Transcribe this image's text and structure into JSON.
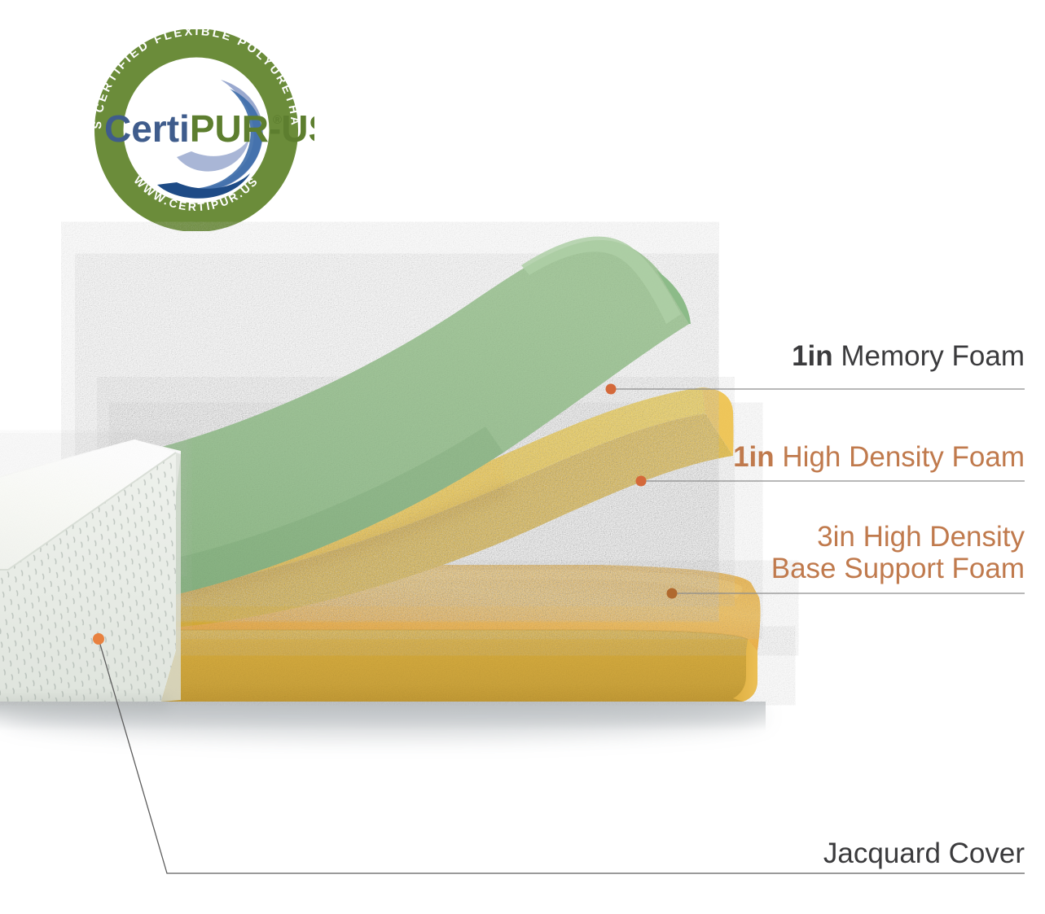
{
  "product": {
    "type": "mattress-layer-cutaway-diagram",
    "background_color": "#ffffff"
  },
  "certification_badge": {
    "name": "certipur-us-seal",
    "outer_ring_text_top": "CONTAINS CERTIFIED FLEXIBLE POLYURETHANE FOAM",
    "outer_ring_text_bottom": "WWW.CERTIPUR.US",
    "wordmark_part1": "Certi",
    "wordmark_part2": "PUR-US",
    "registered_mark": "®",
    "colors": {
      "ring_green": "#6b8c3a",
      "word_blue": "#3f5c8c",
      "word_green": "#5d7e2f",
      "swoosh_dark_blue": "#1e4b86",
      "swoosh_light_blue": "#9aa9cf"
    }
  },
  "callouts": [
    {
      "id": "memory-foam",
      "thickness": "1in",
      "name": "Memory Foam",
      "full_text": "1in Memory Foam",
      "color": "#3b3b3d",
      "thickness_bold": true,
      "lines": [
        "1in Memory Foam"
      ]
    },
    {
      "id": "high-density-foam",
      "thickness": "1in",
      "name": "High Density Foam",
      "full_text": "1in High Density Foam",
      "color": "#c07a4d",
      "thickness_bold": true,
      "lines": [
        "1in High Density Foam"
      ]
    },
    {
      "id": "base-support-foam",
      "thickness": "3in",
      "name": "High Density Base Support Foam",
      "full_text": "3in High Density Base Support Foam",
      "color": "#c07a4d",
      "thickness_bold": false,
      "lines": [
        "3in High Density",
        "Base Support Foam"
      ]
    },
    {
      "id": "jacquard-cover",
      "thickness": "",
      "name": "Jacquard Cover",
      "full_text": "Jacquard Cover",
      "color": "#3b3b3d",
      "thickness_bold": false,
      "lines": [
        "Jacquard Cover"
      ]
    }
  ],
  "layers": [
    {
      "id": "memory-foam-layer",
      "label": "1in Memory Foam",
      "top_color": "#9dc396",
      "side_color": "#7fad7c",
      "edge_color": "#8cbb88"
    },
    {
      "id": "high-density-foam-layer",
      "label": "1in High Density Foam",
      "top_color": "#f5d04c",
      "side_color": "#d9ab37",
      "edge_color": "#e8bd45"
    },
    {
      "id": "base-support-foam-layer",
      "label": "3in High Density Base Support Foam",
      "top_color": "#f2b44c",
      "side_color": "#d0a73e",
      "edge_color": "#e0a93f"
    },
    {
      "id": "jacquard-cover-layer",
      "label": "Jacquard Cover",
      "top_color": "#fafaf7",
      "side_color": "#e4e8e2",
      "edge_color": "#f0f2ee"
    }
  ],
  "leader_lines": {
    "dot_color": "#d4693a",
    "line_color": "#8d8d8d",
    "underline_color": "#a9a9a9"
  }
}
